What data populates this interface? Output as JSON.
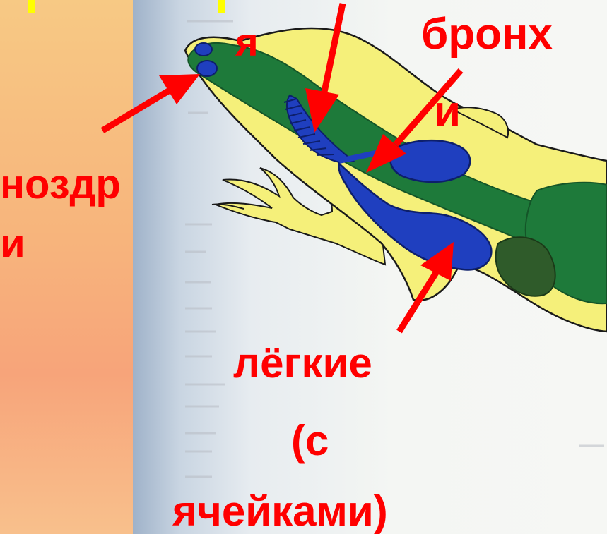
{
  "labels": {
    "trachea_tail": "я",
    "bronchi_line1": "бронх",
    "bronchi_line2": "и",
    "nostrils_line1": "ноздр",
    "nostrils_line2": "и",
    "lungs_line1": "лёгкие",
    "lungs_line2": "(с",
    "lungs_line3": "ячейками)"
  },
  "colors": {
    "label": "#ff0000",
    "arrow": "#ff0000",
    "body_fill": "#f5f07a",
    "organ_fill": "#1e7a3a",
    "lung_fill": "#1f3fbf",
    "left_panel": "#f7b47c"
  }
}
